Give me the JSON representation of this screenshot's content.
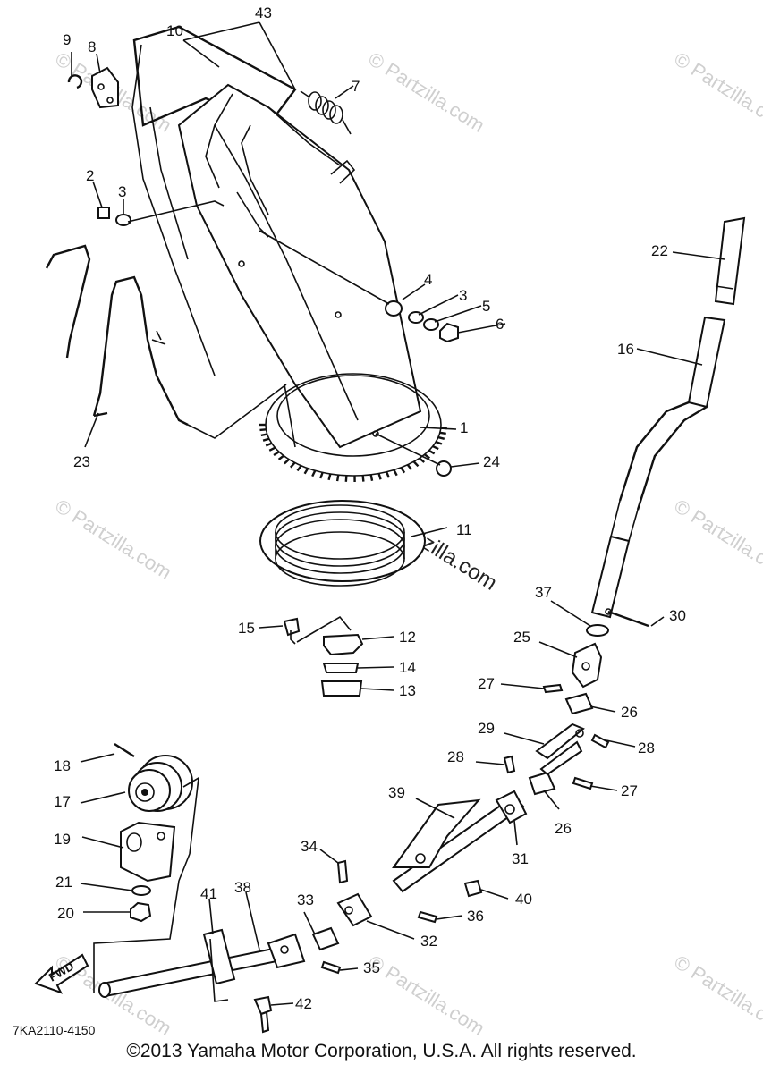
{
  "diagram": {
    "code": "7KA2110-4150",
    "fwd_label": "FWD",
    "copyright": "©2013 Yamaha Motor Corporation, U.S.A. All rights reserved.",
    "watermarks": [
      {
        "text": "© Partzilla.com"
      },
      {
        "text": "© Partzilla.com"
      },
      {
        "text": "© Partzilla.com"
      },
      {
        "text": "© Partzilla.com"
      },
      {
        "text": "© Partzilla.com"
      },
      {
        "text": "© Partzilla.com"
      },
      {
        "text": "© Partzilla.com"
      },
      {
        "text": "© Partzilla.com"
      },
      {
        "text": "© Partzilla.com"
      }
    ],
    "labels": [
      "9",
      "8",
      "10",
      "43",
      "7",
      "2",
      "3",
      "22",
      "4",
      "3",
      "5",
      "6",
      "16",
      "23",
      "1",
      "24",
      "11",
      "37",
      "30",
      "15",
      "12",
      "25",
      "14",
      "27",
      "13",
      "26",
      "29",
      "28",
      "18",
      "28",
      "17",
      "39",
      "27",
      "31",
      "26",
      "19",
      "34",
      "40",
      "21",
      "38",
      "41",
      "33",
      "36",
      "20",
      "32",
      "35",
      "42"
    ]
  }
}
